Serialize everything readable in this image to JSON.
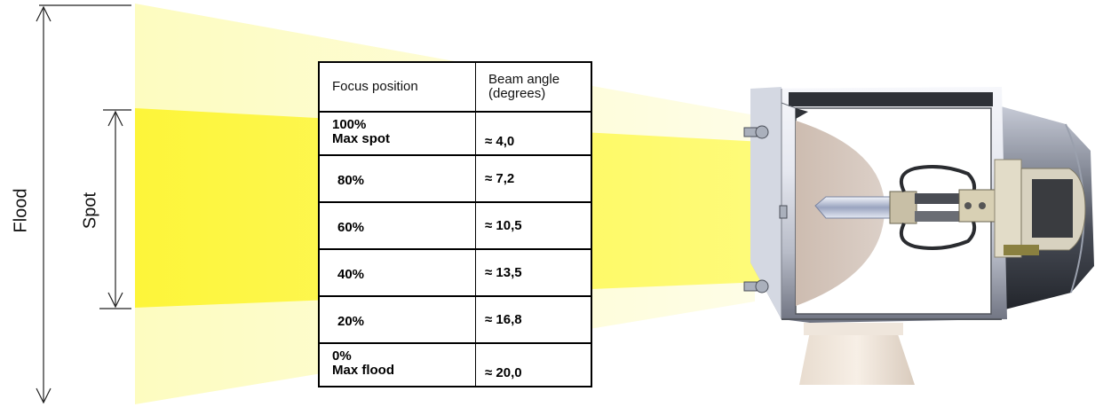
{
  "dimensions": {
    "flood_label": "Flood",
    "spot_label": "Spot"
  },
  "table": {
    "header": {
      "col1": "Focus position",
      "col2_line1": "Beam angle",
      "col2_line2": "(degrees)"
    },
    "rows": [
      {
        "position_line1": "100%",
        "position_line2": "Max spot",
        "angle": "≈ 4,0"
      },
      {
        "position_line1": "80%",
        "position_line2": "",
        "angle": "≈ 7,2"
      },
      {
        "position_line1": "60%",
        "position_line2": "",
        "angle": "≈ 10,5"
      },
      {
        "position_line1": "40%",
        "position_line2": "",
        "angle": "≈ 13,5"
      },
      {
        "position_line1": "20%",
        "position_line2": "",
        "angle": "≈ 16,8"
      },
      {
        "position_line1": "0%",
        "position_line2": "Max flood",
        "angle": "≈ 20,0"
      }
    ]
  },
  "colors": {
    "flood_beam": "#fdfcc4",
    "spot_beam": "#fdf53a",
    "reflector": "#d8cac1",
    "housing_light": "#eef1f8",
    "housing_dark": "#2e3137"
  },
  "icons": [
    "double-arrow-flood-icon",
    "double-arrow-spot-icon",
    "searchlight-illustration"
  ]
}
